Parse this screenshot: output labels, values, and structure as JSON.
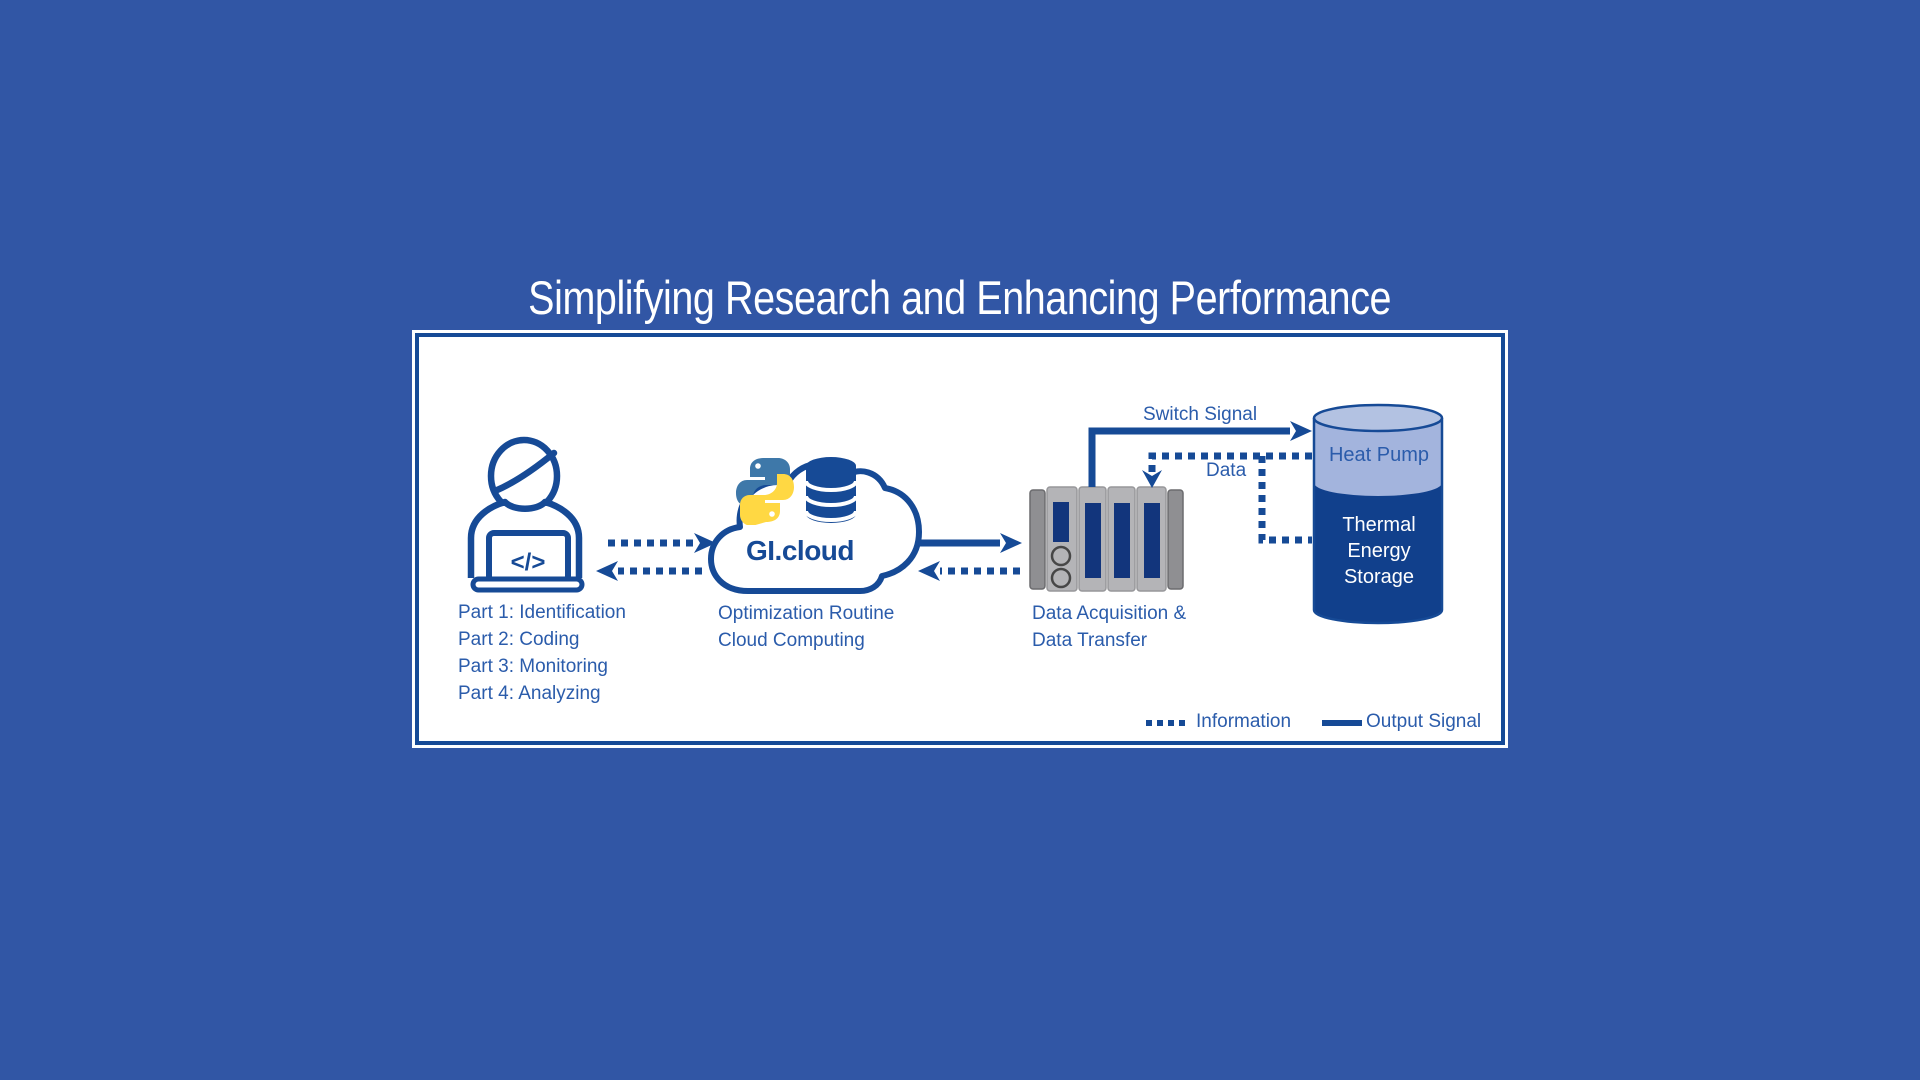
{
  "slide": {
    "title": "Simplifying Research and Enhancing Performance",
    "colors": {
      "background": "#3156A5",
      "navy": "#164A96",
      "text_blue": "#2B5CAB",
      "white": "#FFFFFF",
      "storage_dark": "#11408C",
      "storage_light": "#A3B4DD",
      "storage_top": "#B3C2E2",
      "daq_body": "#B4B4B7",
      "daq_slat": "#8F8F92",
      "daq_slot": "#12357C",
      "python_blue": "#3E78A9",
      "python_yellow": "#FFD843"
    }
  },
  "diagram": {
    "researcher": {
      "code_glyph": "</>",
      "caption_lines": [
        "Part 1: Identification",
        "Part 2: Coding",
        "Part 3: Monitoring",
        "Part 4: Analyzing"
      ]
    },
    "cloud": {
      "label": "GI.cloud",
      "caption_lines": [
        "Optimization Routine",
        "Cloud Computing"
      ]
    },
    "daq": {
      "caption_lines": [
        "Data Acquisition &",
        "Data Transfer"
      ]
    },
    "storage": {
      "top_label": "Heat Pump",
      "body_lines": [
        "Thermal",
        "Energy",
        "Storage"
      ]
    },
    "connections": {
      "switch_signal": "Switch Signal",
      "data": "Data"
    },
    "legend": {
      "information": "Information",
      "output_signal": "Output Signal"
    }
  }
}
